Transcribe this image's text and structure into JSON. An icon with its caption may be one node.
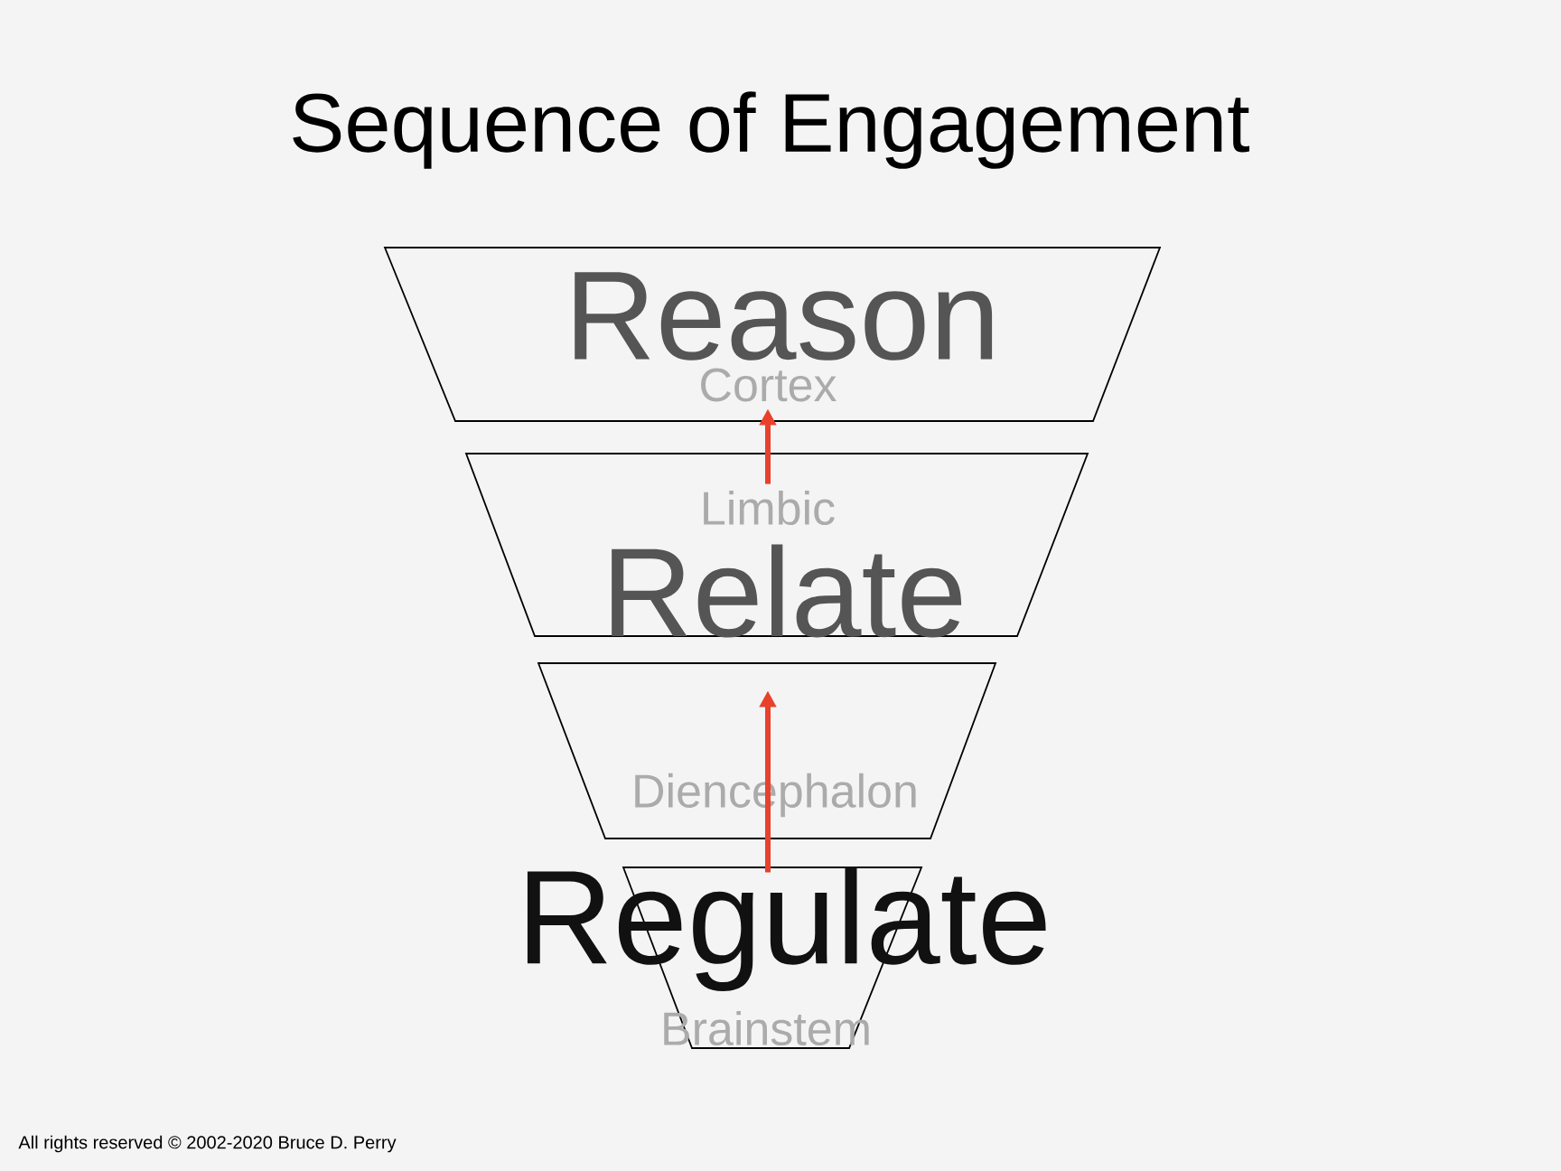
{
  "diagram": {
    "title": "Sequence of Engagement",
    "nodes": [
      {
        "text": [
          "Reason",
          "Cortex"
        ]
      },
      {
        "text": [
          "Limbic",
          "Relate"
        ]
      },
      {
        "text": [
          "Diencephalon"
        ]
      },
      {
        "text": [
          "Regulate",
          "Brainstem"
        ]
      }
    ],
    "edges": [
      {
        "from": 1,
        "to": 0,
        "arrow": "to",
        "color": "#e8412c"
      },
      {
        "from": 3,
        "to": 2,
        "arrow": "to",
        "color": "#e8412c"
      }
    ],
    "labels": [
      "All rights reserved © 2002-2020 Bruce D. Perry"
    ]
  }
}
